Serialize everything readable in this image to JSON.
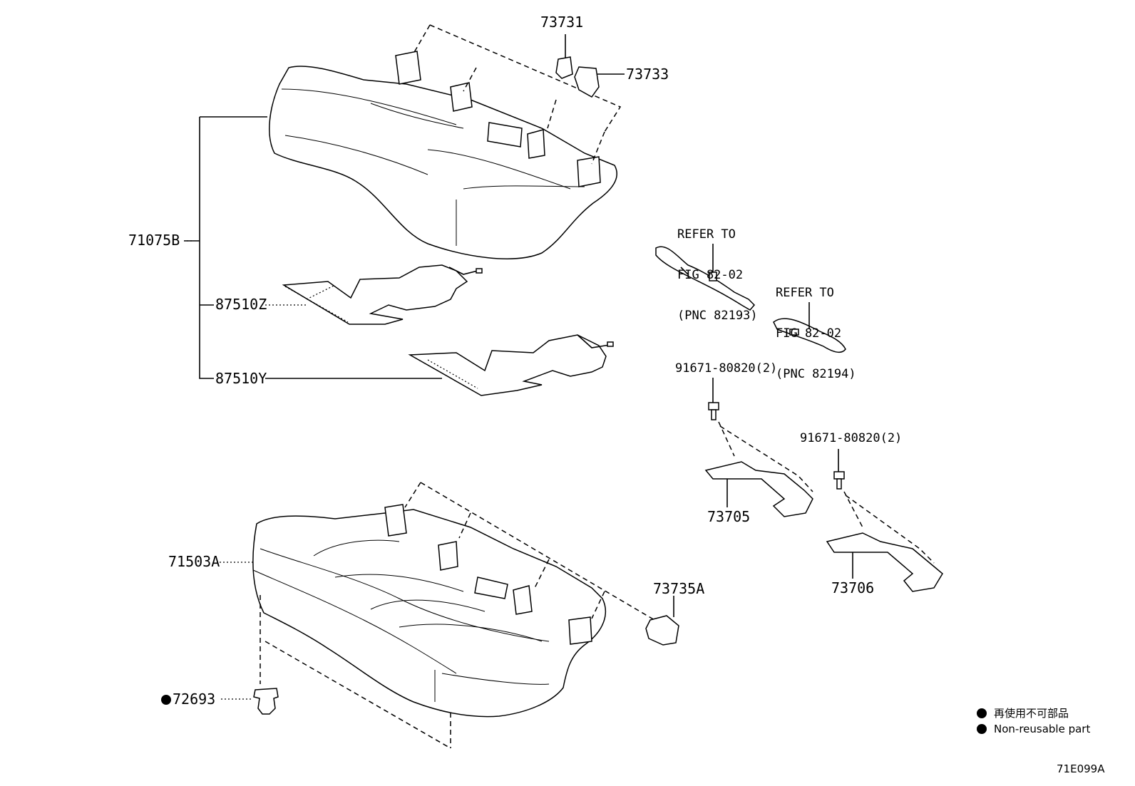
{
  "figure_id": "71E099A",
  "parts": {
    "p73731": "73731",
    "p73733": "73733",
    "p71075B": "71075B",
    "p87510Z": "87510Z",
    "p87510Y": "87510Y",
    "p71503A": "71503A",
    "p72693": "72693",
    "p73735A": "73735A",
    "p73705": "73705",
    "p73706": "73706",
    "bolt1": "91671-80820(2)",
    "bolt2": "91671-80820(2)"
  },
  "refs": {
    "ref1": [
      "REFER TO",
      "FIG 82-02",
      "(PNC 82193)"
    ],
    "ref2": [
      "REFER TO",
      "FIG 82-02",
      "(PNC 82194)"
    ]
  },
  "legend": {
    "line1": "再使用不可部品",
    "line2": "Non-reusable part"
  }
}
